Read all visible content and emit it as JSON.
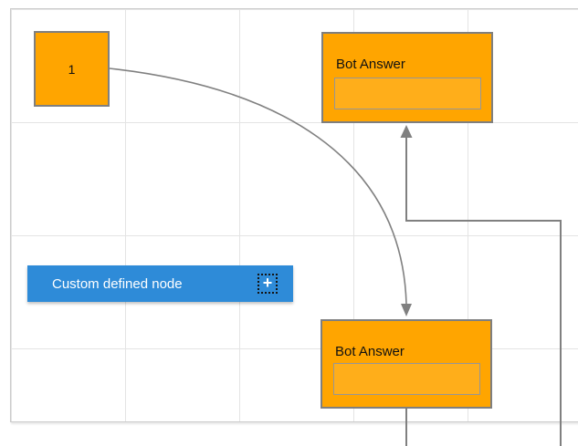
{
  "diagram": {
    "nodes": {
      "start_node": {
        "label": "1"
      },
      "bot_answer_top": {
        "title": "Bot Answer"
      },
      "bot_answer_bottom": {
        "title": "Bot Answer"
      },
      "custom_node": {
        "label": "Custom defined node",
        "add_icon": "+"
      }
    },
    "links": [
      {
        "name": "curved-link",
        "from": "start-node",
        "to": "bot-answer-bottom",
        "style": "curved",
        "arrow": "down"
      },
      {
        "name": "orthogonal-link",
        "from": "bot-answer-bottom",
        "to": "bot-answer-top",
        "style": "orthogonal",
        "arrow": "up"
      }
    ],
    "colors": {
      "node_fill": "#FFA500",
      "node_border": "#7F7F7F",
      "inner_box_border": "#969696",
      "custom_node_fill": "#2E8BD8",
      "custom_node_text": "#FFFFFF",
      "link": "#808080",
      "grid_line": "#E4E4E4",
      "page_border": "#CCCCCC"
    }
  }
}
